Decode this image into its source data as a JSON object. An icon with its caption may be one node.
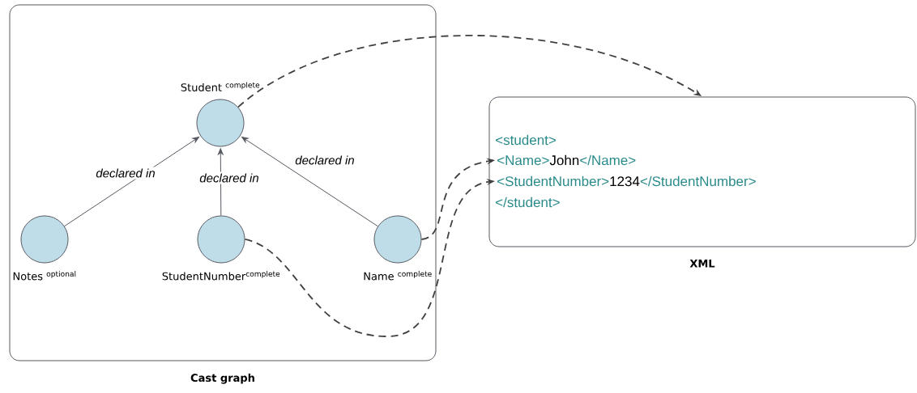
{
  "diagram": {
    "nodes": [
      {
        "text": [
          "Cast graph"
        ]
      },
      {
        "text": [
          "Student $^{complete}$"
        ],
        "in": 0
      },
      {
        "text": [
          "Notes $^{optional}$"
        ],
        "in": 0
      },
      {
        "text": [
          "StudentNumber$^{complete}$"
        ],
        "in": 0
      },
      {
        "text": [
          "Name $^{complete}$"
        ],
        "in": 0
      },
      {
        "text": [
          "XML"
        ]
      },
      {
        "text": [
          "<student>"
        ],
        "in": 5
      },
      {
        "text": [
          "<Name>",
          "John",
          "</Name>"
        ],
        "in": 5
      },
      {
        "text": [
          "<StudentNumber>",
          "1234",
          "</StudentNumber>"
        ],
        "in": 5
      },
      {
        "text": [
          "</student>"
        ],
        "in": 5
      }
    ],
    "edges": [
      {
        "from": 2,
        "to": 1,
        "arrow": "to",
        "label": "declared in"
      },
      {
        "from": 3,
        "to": 1,
        "arrow": "to",
        "label": "declared in"
      },
      {
        "from": 4,
        "to": 1,
        "arrow": "to",
        "label": "declared in"
      },
      {
        "from": 1,
        "to": 5,
        "arrow": "to",
        "style": "dashed"
      },
      {
        "from": 4,
        "to": 7,
        "arrow": "to",
        "style": "dashed"
      },
      {
        "from": 3,
        "to": 8,
        "arrow": "to",
        "style": "dashed"
      }
    ]
  }
}
